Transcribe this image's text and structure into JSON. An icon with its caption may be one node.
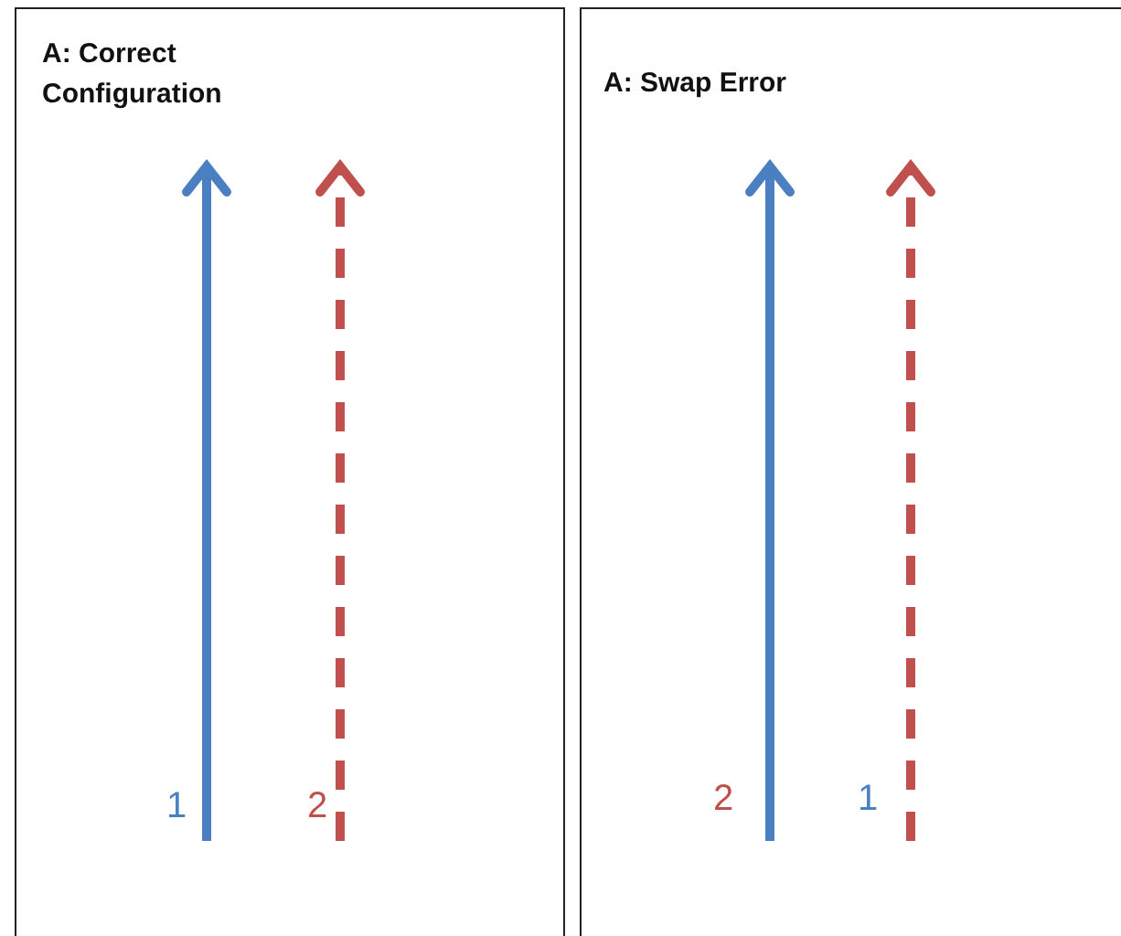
{
  "diagram": {
    "nodes": [
      {
        "text": [
          "A: Correct Configuration"
        ]
      },
      {
        "text": [
          "A: Swap Error"
        ]
      }
    ],
    "labels": [
      "1",
      "2",
      "2",
      "1"
    ]
  }
}
